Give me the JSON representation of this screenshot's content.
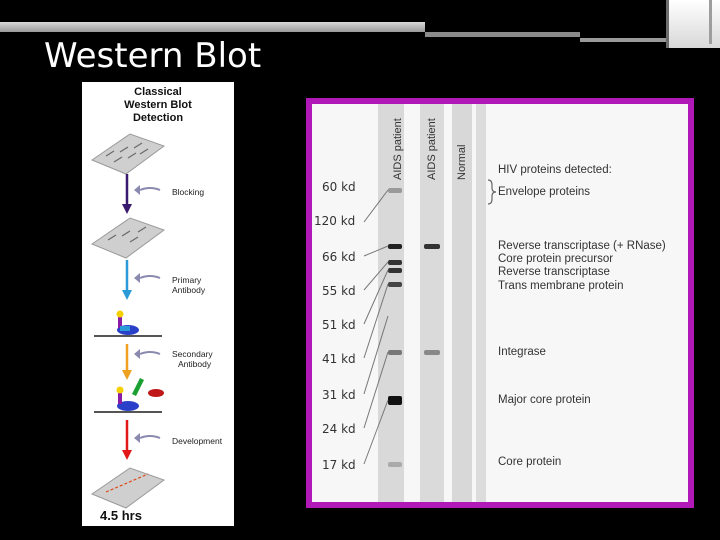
{
  "slide": {
    "title": "Western Blot"
  },
  "flow": {
    "title": "Classical Western Blot Detection",
    "title_lines": [
      "Classical",
      "Western Blot",
      "Detection"
    ],
    "steps": [
      {
        "label": "Blocking"
      },
      {
        "label": "Primary Antibody",
        "lines": [
          "Primary",
          "Antibody"
        ]
      },
      {
        "label": "Secondary Antibody",
        "lines": [
          "Secondary",
          "Antibody"
        ]
      },
      {
        "label": "Development"
      }
    ],
    "time": "4.5 hrs",
    "colors": {
      "blocking": "#3a1a6e",
      "primary": "#2a9ad8",
      "secondary": "#f0a020",
      "development": "#e01818"
    }
  },
  "blot": {
    "lanes": [
      "AIDS patient",
      "AIDS patient",
      "Normal"
    ],
    "markers": [
      "60 kd",
      "120 kd",
      "66 kd",
      "55 kd",
      "51 kd",
      "41 kd",
      "31 kd",
      "24 kd",
      "17 kd"
    ],
    "header": "HIV proteins detected:",
    "proteins": [
      "Envelope proteins",
      "Reverse transcriptase (+ RNase)",
      "Core protein precursor",
      "Reverse transcriptase",
      "Trans membrane protein",
      "Integrase",
      "Major core protein",
      "Core protein"
    ],
    "frame_color": "#b018b8"
  }
}
